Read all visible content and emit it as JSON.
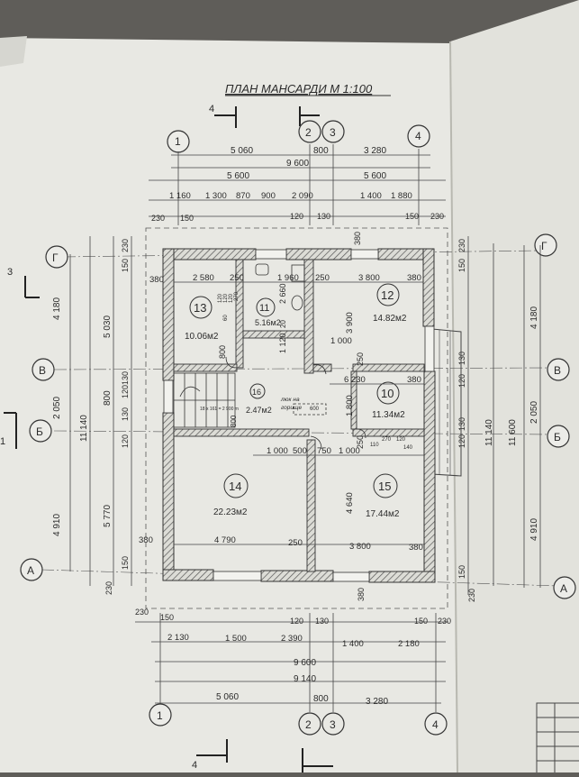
{
  "title": "ПЛАН МАНСАРДИ  М 1:100",
  "colors": {
    "background": "#5f5d59",
    "paper": "#e9e9e4",
    "line": "#333333",
    "wall_hatch": "#555555"
  },
  "axes": {
    "vertical": [
      "1",
      "2",
      "3",
      "4"
    ],
    "horizontal": [
      "Г",
      "В",
      "Б",
      "А"
    ]
  },
  "section_marks": [
    "4",
    "3",
    "1"
  ],
  "rooms": [
    {
      "number": "13",
      "area": "10.06м2"
    },
    {
      "number": "11",
      "area": "5.16м2"
    },
    {
      "number": "12",
      "area": "14.82м2"
    },
    {
      "number": "16",
      "area": "2.47м2"
    },
    {
      "number": "10",
      "area": "11.34м2"
    },
    {
      "number": "14",
      "area": "22.23м2"
    },
    {
      "number": "15",
      "area": "17.44м2"
    }
  ],
  "notes": {
    "hatch": "люк на",
    "hatch2": "горище",
    "hatch_size": "600",
    "stairs": "18 x 161 = 2 900 m"
  },
  "top_dims": {
    "row1": [
      "5 060",
      "800",
      "3 280"
    ],
    "row2": [
      "9 600"
    ],
    "row3": [
      "5 600",
      "5 600"
    ],
    "row4": [
      "1 160",
      "1 300",
      "870",
      "900",
      "2 090",
      "1 400",
      "1 880"
    ],
    "row5": [
      "230",
      "150",
      "120",
      "130",
      "150",
      "230"
    ]
  },
  "bottom_dims": {
    "row1": [
      "230",
      "150",
      "120",
      "130",
      "150",
      "230"
    ],
    "row2": [
      "2 130",
      "1 500",
      "2 390",
      "1 400",
      "2 180"
    ],
    "row3": [
      "9 600"
    ],
    "row4": [
      "9 140"
    ],
    "row5": [
      "5 060",
      "800",
      "3 280"
    ]
  },
  "left_dims": {
    "outer": "11 140",
    "col1": [
      "4 180",
      "2 050",
      "4 910"
    ],
    "col2": [
      "5 030",
      "800",
      "5 770"
    ],
    "col3": [
      "150",
      "130",
      "120",
      "130",
      "120",
      "150"
    ],
    "col4": [
      "230",
      "230"
    ]
  },
  "right_dims": {
    "outer": "11 140",
    "col1": [
      "4 180",
      "2 050",
      "4 910"
    ],
    "col2": [
      "11 600"
    ],
    "col3": [
      "150",
      "120",
      "130",
      "120",
      "130",
      "150"
    ],
    "col4": [
      "230",
      "230"
    ]
  },
  "inner_dims": {
    "d2580": "2 580",
    "d250a": "250",
    "d1960": "1 960",
    "d250b": "250",
    "d3800a": "3 800",
    "d380a": "380",
    "d380b": "380",
    "d380top": "380",
    "d2660": "2 660",
    "d3900": "3 900",
    "d1120": "1 120",
    "d1000a": "1 000",
    "d800a": "800",
    "d250c": "250",
    "d6230": "6 230",
    "d380c": "380",
    "d1800": "1 800",
    "d110": "110",
    "d270": "270",
    "d120": "120",
    "d140": "140",
    "d1000b": "1 000",
    "d500a": "500",
    "d750": "750",
    "d1000c": "1 000",
    "d250d": "250",
    "d4640": "4 640",
    "d380d": "380",
    "d4790": "4 790",
    "d250e": "250",
    "d3800b": "3 800",
    "d380e": "380",
    "d380bot": "380",
    "d800b": "800",
    "d20": "20",
    "d120x": "120",
    "d120y": "120",
    "d120z": "120",
    "d60": "60",
    "d270b": "270",
    "d600": "600"
  }
}
